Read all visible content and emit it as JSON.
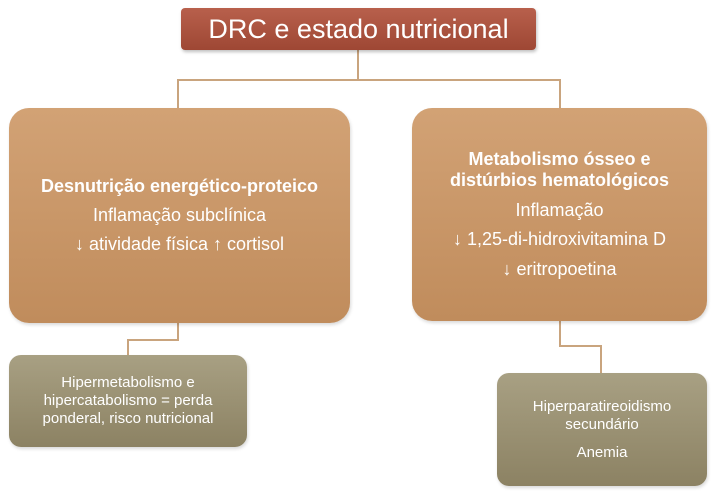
{
  "title": "DRC e estado nutricional",
  "left_box": {
    "heading": "Desnutrição energético-proteico",
    "lines": [
      "Inflamação subclínica",
      "↓ atividade física ↑ cortisol"
    ]
  },
  "right_box": {
    "heading_lines": [
      "Metabolismo ósseo e",
      "distúrbios hematológicos"
    ],
    "lines": [
      "Inflamação",
      "↓ 1,25-di-hidroxivitamina D",
      "↓ eritropoetina"
    ]
  },
  "left_outcome": {
    "lines": [
      "Hipermetabolismo e",
      "hipercatabolismo = perda",
      "ponderal, risco nutricional"
    ]
  },
  "right_outcome": {
    "lines": [
      "Hiperparatireoidismo",
      "secundário",
      "Anemia"
    ]
  },
  "colors": {
    "title_fill": "#a94f3b",
    "main_box_fill": "#c9976a",
    "outcome_box_fill": "#9b9273",
    "connector": "#c9a47e",
    "text": "#ffffff"
  }
}
